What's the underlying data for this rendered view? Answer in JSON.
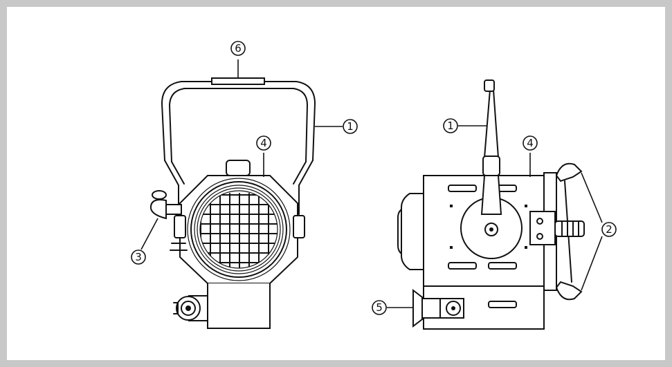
{
  "colors": {
    "outer_border": "#c8c8c8",
    "background": "#ffffff",
    "line": "#111111"
  },
  "callouts": [
    {
      "id": "front-6",
      "label": "6"
    },
    {
      "id": "front-1",
      "label": "1"
    },
    {
      "id": "front-4",
      "label": "4"
    },
    {
      "id": "front-3",
      "label": "3"
    },
    {
      "id": "side-1",
      "label": "1"
    },
    {
      "id": "side-4",
      "label": "4"
    },
    {
      "id": "side-2",
      "label": "2"
    },
    {
      "id": "side-5",
      "label": "5"
    }
  ]
}
